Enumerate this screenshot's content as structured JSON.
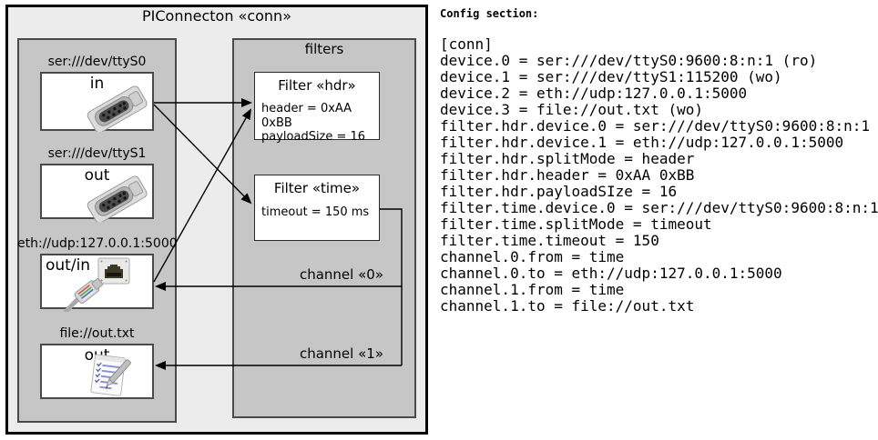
{
  "colors": {
    "outer_fill": "#ececec",
    "group_fill": "#c6c6c6",
    "box_fill": "#ffffff",
    "border_dark": "#4a4a4a",
    "arrow": "#000000"
  },
  "diagram": {
    "title": "PIConnecton «conn»",
    "filters_title": "filters",
    "devices": [
      {
        "label": "ser:///dev/ttyS0",
        "port": "in",
        "icon": "serial-connector"
      },
      {
        "label": "ser:///dev/ttyS1",
        "port": "out",
        "icon": "serial-connector"
      },
      {
        "label": "eth://udp:127.0.0.1:5000",
        "port": "out/in",
        "icon": "ethernet-connector"
      },
      {
        "label": "file://out.txt",
        "port": "out",
        "icon": "notepad"
      }
    ],
    "filters": [
      {
        "title": "Filter «hdr»",
        "properties": [
          "header = 0xAA 0xBB",
          "payloadSize = 16"
        ]
      },
      {
        "title": "Filter «time»",
        "properties": [
          "timeout = 150 ms"
        ]
      }
    ],
    "channels": [
      {
        "label": "channel «0»"
      },
      {
        "label": "channel «1»"
      }
    ]
  },
  "config": {
    "heading": "Config section:",
    "lines": [
      "[conn]",
      "device.0 = ser:///dev/ttyS0:9600:8:n:1 (ro)",
      "device.1 = ser:///dev/ttyS1:115200 (wo)",
      "device.2 = eth://udp:127.0.0.1:5000",
      "device.3 = file://out.txt (wo)",
      "filter.hdr.device.0 = ser:///dev/ttyS0:9600:8:n:1",
      "filter.hdr.device.1 = eth://udp:127.0.0.1:5000",
      "filter.hdr.splitMode = header",
      "filter.hdr.header = 0xAA 0xBB",
      "filter.hdr.payloadSIze = 16",
      "filter.time.device.0 = ser:///dev/ttyS0:9600:8:n:1",
      "filter.time.splitMode = timeout",
      "filter.time.timeout = 150",
      "channel.0.from = time",
      "channel.0.to = eth://udp:127.0.0.1:5000",
      "channel.1.from = time",
      "channel.1.to = file://out.txt"
    ]
  }
}
